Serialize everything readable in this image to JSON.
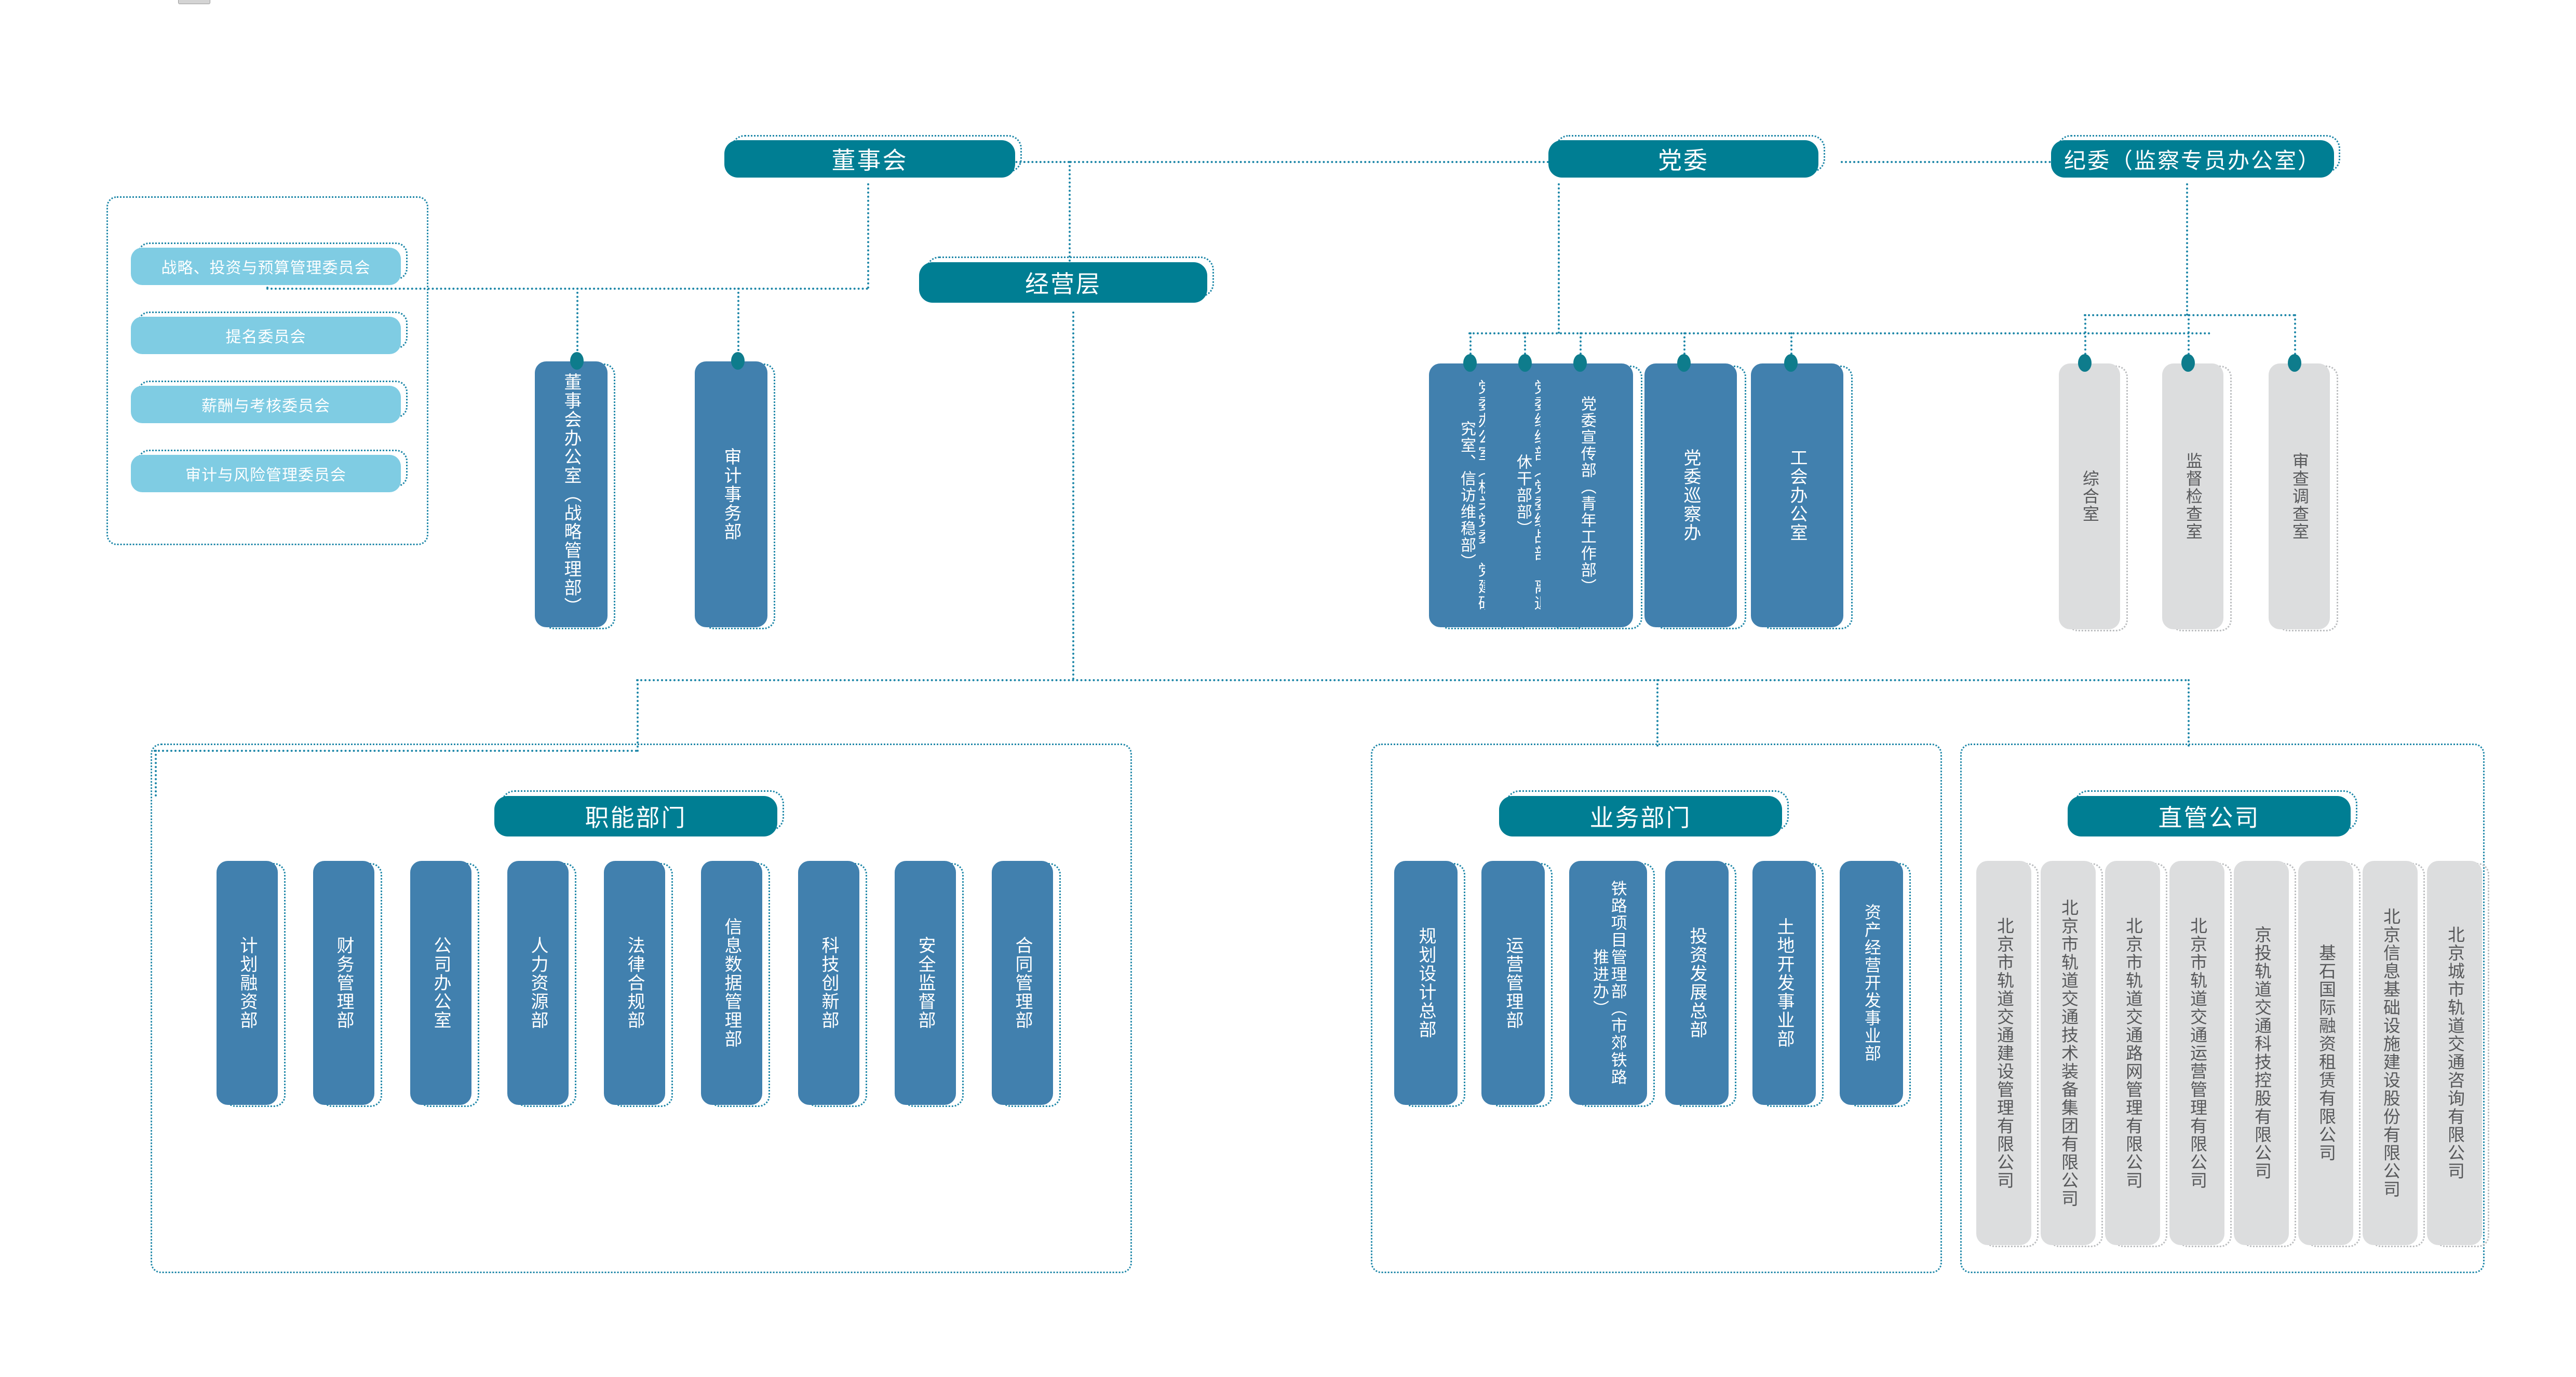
{
  "colors": {
    "teal": "#007E93",
    "blue": "#4180AE",
    "light_blue": "#7FCCE3",
    "gray": "#DCDDDE",
    "connector": "#1E87A8",
    "dot": "#0E7C8C",
    "gray_text": "#58595B"
  },
  "top_level": {
    "board": "董事会",
    "management": "经营层",
    "party_committee": "党委",
    "discipline_committee": "纪委（监察专员办公室）"
  },
  "board_committees": {
    "items": [
      "战略、投资与预算管理委员会",
      "提名委员会",
      "薪酬与考核委员会",
      "审计与风险管理委员会"
    ]
  },
  "board_departments": {
    "items": [
      "董事会办公室（战略管理部）",
      "审计事务部"
    ]
  },
  "party_departments": {
    "items": [
      "党委办公室（机关党委、党建研究室、信访维稳部）",
      "党委组织部（党委统战部、离退休干部部）",
      "党委宣传部（青年工作部）",
      "党委巡察办",
      "工会办公室"
    ]
  },
  "discipline_departments": {
    "items": [
      "综合室",
      "监督检查室",
      "审查调查室"
    ]
  },
  "functional_group": {
    "title": "职能部门",
    "items": [
      "计划融资部",
      "财务管理部",
      "公司办公室",
      "人力资源部",
      "法律合规部",
      "信息数据管理部",
      "科技创新部",
      "安全监督部",
      "合同管理部"
    ]
  },
  "business_group": {
    "title": "业务部门",
    "items": [
      "规划设计总部",
      "运营管理部",
      "铁路项目管理部（市郊铁路推进办）",
      "投资发展总部",
      "土地开发事业部",
      "资产经营开发事业部"
    ]
  },
  "direct_companies_group": {
    "title": "直管公司",
    "items": [
      "北京市轨道交通建设管理有限公司",
      "北京市轨道交通技术装备集团有限公司",
      "北京市轨道交通路网管理有限公司",
      "北京市轨道交通运营管理有限公司",
      "京投轨道交通科技控股有限公司",
      "基石国际融资租赁有限公司",
      "北京信息基础设施建设股份有限公司",
      "北京城市轨道交通咨询有限公司"
    ]
  }
}
